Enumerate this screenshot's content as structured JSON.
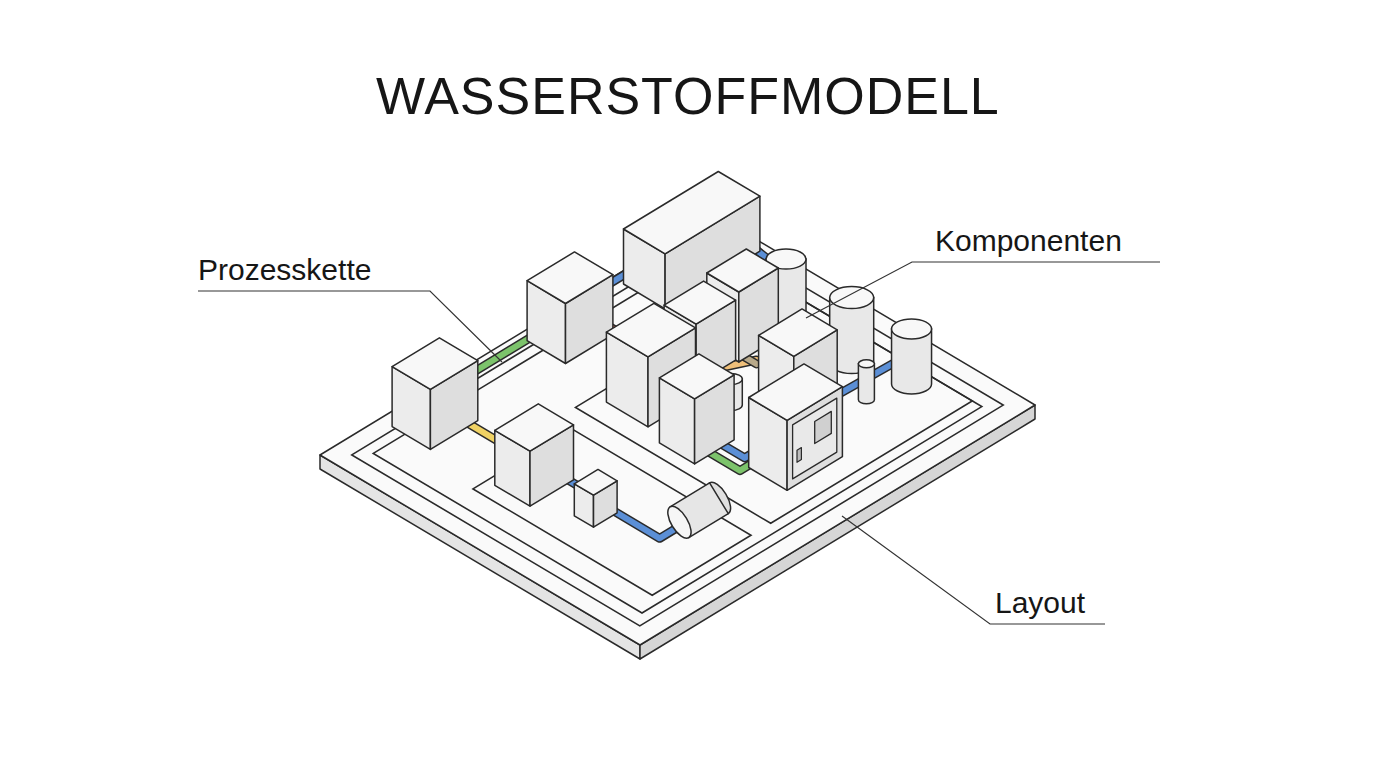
{
  "diagram": {
    "title": "WASSERSTOFFMODELL",
    "labels": [
      "Prozesskette",
      "Komponenten",
      "Layout"
    ]
  }
}
